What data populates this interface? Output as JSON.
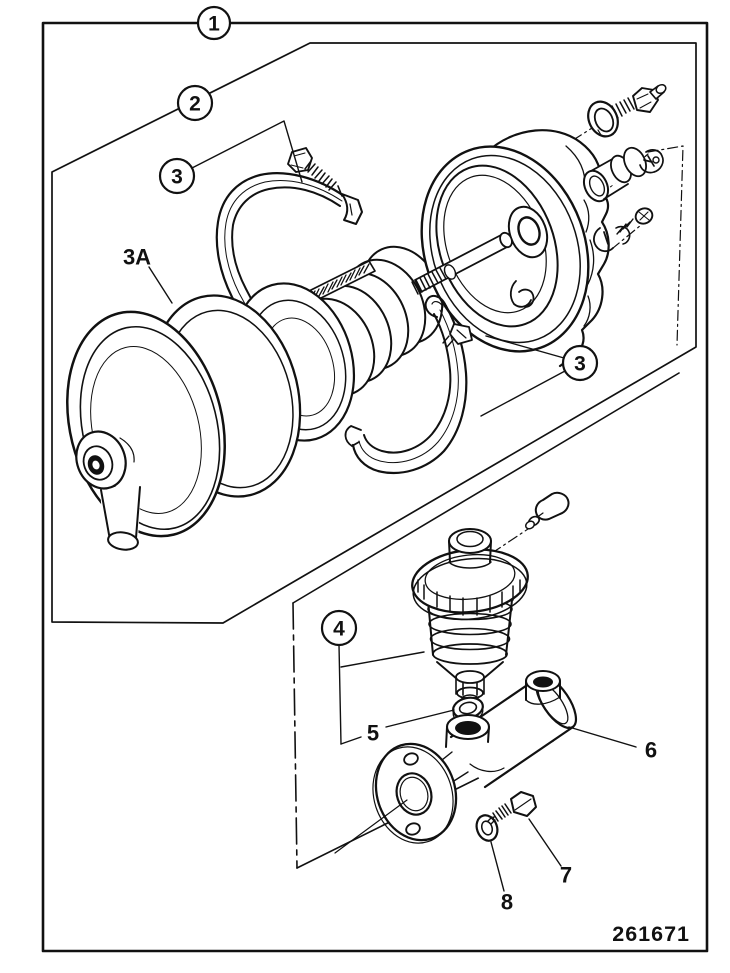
{
  "figure": {
    "drawing_number": "261671",
    "callouts": {
      "item_1": "1",
      "item_2": "2",
      "item_3_upper": "3",
      "item_3a": "3A",
      "item_3_lower": "3",
      "item_4": "4",
      "item_5": "5",
      "item_6": "6",
      "item_7": "7",
      "item_8": "8"
    }
  }
}
